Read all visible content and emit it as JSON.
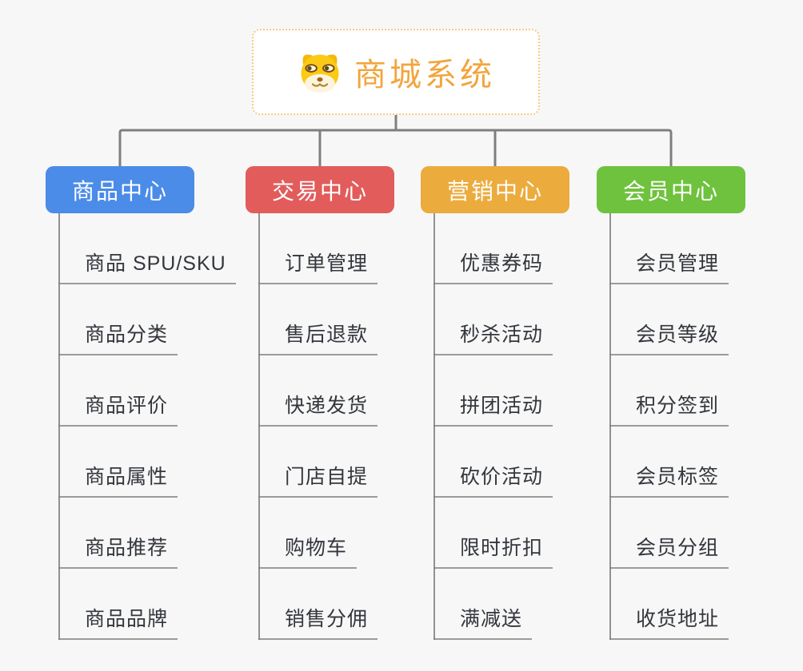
{
  "root": {
    "title": "商城系统",
    "icon": "doge-face-icon"
  },
  "branches": [
    {
      "id": "product-center",
      "label": "商品中心",
      "color": "#4a8ce8",
      "children": [
        "商品 SPU/SKU",
        "商品分类",
        "商品评价",
        "商品属性",
        "商品推荐",
        "商品品牌"
      ]
    },
    {
      "id": "trade-center",
      "label": "交易中心",
      "color": "#e25c5c",
      "children": [
        "订单管理",
        "售后退款",
        "快递发货",
        "门店自提",
        "购物车",
        "销售分佣"
      ]
    },
    {
      "id": "marketing-center",
      "label": "营销中心",
      "color": "#ecab3d",
      "children": [
        "优惠券码",
        "秒杀活动",
        "拼团活动",
        "砍价活动",
        "限时折扣",
        "满减送"
      ]
    },
    {
      "id": "member-center",
      "label": "会员中心",
      "color": "#6fc23d",
      "children": [
        "会员管理",
        "会员等级",
        "积分签到",
        "会员标签",
        "会员分组",
        "收货地址"
      ]
    }
  ],
  "colors": {
    "background": "#f7f7f7",
    "connector": "#7f7f7f",
    "underline": "#9b9b9b",
    "item-text": "#33363c",
    "root-border": "#f6ca80",
    "root-text": "#f2a53d"
  }
}
